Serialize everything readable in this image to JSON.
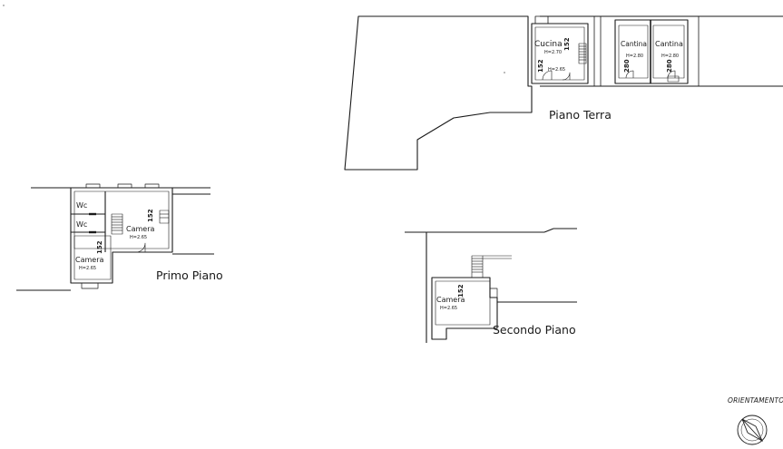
{
  "floors": {
    "ground": {
      "title": "Piano Terra",
      "rooms": [
        {
          "name": "Cucina",
          "height": "H=2.70",
          "number": "152"
        },
        {
          "name": "Cantina",
          "height": "H=2.80",
          "number": "280"
        },
        {
          "name": "Cantina",
          "height": "H=2.80",
          "number": "280"
        }
      ],
      "stair_height": "H=2.65",
      "stair_number": "152"
    },
    "first": {
      "title": "Primo Piano",
      "rooms": [
        {
          "name": "Wc"
        },
        {
          "name": "Wc"
        },
        {
          "name": "Camera",
          "height": "H=2.65",
          "number": "152"
        },
        {
          "name": "Camera",
          "height": "H=2.65",
          "number": "152"
        }
      ]
    },
    "second": {
      "title": "Secondo Piano",
      "rooms": [
        {
          "name": "Camera",
          "height": "H=2.65",
          "number": "152"
        }
      ]
    }
  },
  "orientation": {
    "label": "ORIENTAMENTO",
    "icon": "north-arrow-icon"
  },
  "colors": {
    "ink": "#1a1a1a",
    "paper": "#ffffff"
  }
}
